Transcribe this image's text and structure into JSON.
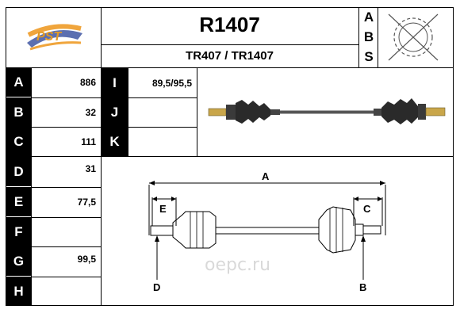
{
  "header": {
    "ref_code": "R1407",
    "ref_sub": "TR407 / TR1407",
    "logo_text": "PST",
    "abs_letters": [
      "A",
      "B",
      "S"
    ]
  },
  "left_rows": [
    {
      "letter": "A",
      "value": "886"
    },
    {
      "letter": "B",
      "value": "32"
    },
    {
      "letter": "C",
      "value": "111"
    },
    {
      "letter": "D",
      "value": "31"
    },
    {
      "letter": "E",
      "value": "77,5"
    },
    {
      "letter": "F",
      "value": ""
    },
    {
      "letter": "G",
      "value": "99,5"
    },
    {
      "letter": "H",
      "value": ""
    }
  ],
  "mid_rows": [
    {
      "letter": "I",
      "value": "89,5/95,5"
    },
    {
      "letter": "J",
      "value": ""
    },
    {
      "letter": "K",
      "value": ""
    }
  ],
  "diagram": {
    "label_a": "A",
    "label_b": "B",
    "label_c": "C",
    "label_d": "D",
    "label_e": "E"
  },
  "watermark": "oepc.ru",
  "colors": {
    "cell_bg": "#000000",
    "logo_orange": "#f0a53c",
    "logo_blue": "#5c6fb0"
  }
}
